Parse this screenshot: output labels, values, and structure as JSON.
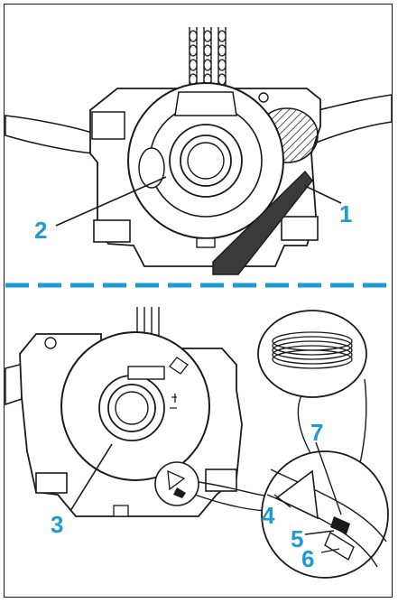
{
  "diagram": {
    "top_panel": {
      "callouts": [
        "2",
        "1"
      ]
    },
    "bottom_panel": {
      "callouts": [
        "7",
        "4",
        "3",
        "5",
        "6"
      ]
    },
    "colors": {
      "callout": "#1e9ad6",
      "divider": "#1e9ad6",
      "line": "#1a1a1a",
      "part_fill": "#ffffff",
      "tool_fill": "#3a3a3a"
    }
  }
}
